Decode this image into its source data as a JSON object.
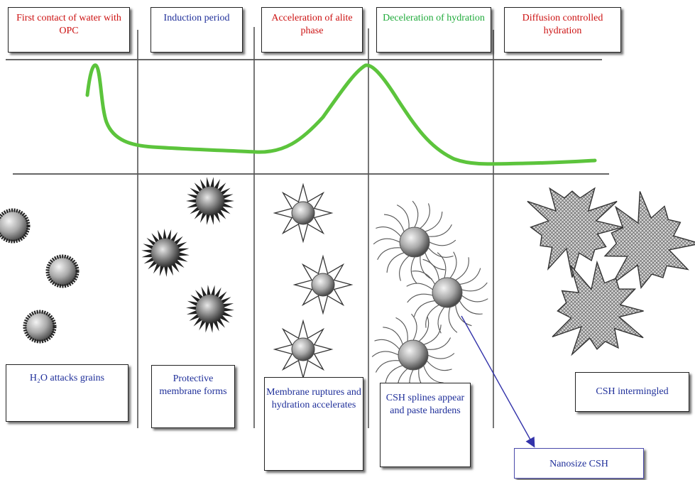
{
  "stages": [
    {
      "title": "First contact of water with OPC",
      "title_color": "#cc1111",
      "caption": "H₂O attacks grains"
    },
    {
      "title": "Induction period",
      "title_color": "#1f2f9a",
      "caption": "Protective membrane forms"
    },
    {
      "title": "Acceleration of alite phase",
      "title_color": "#cc1111",
      "caption": "Membrane ruptures and hydration accelerates"
    },
    {
      "title": "Deceleration of hydration",
      "title_color": "#1faa3a",
      "caption": "CSH splines appear and paste hardens"
    },
    {
      "title": "Diffusion controlled hydration",
      "title_color": "#cc1111",
      "caption": "CSH intermingled"
    }
  ],
  "callout": {
    "label": "Nanosize CSH",
    "color": "#3333aa"
  },
  "colors": {
    "curve": "#5cc43c",
    "text_blue": "#1f2f9a",
    "text_red": "#cc1111",
    "text_green": "#1faa3a"
  }
}
